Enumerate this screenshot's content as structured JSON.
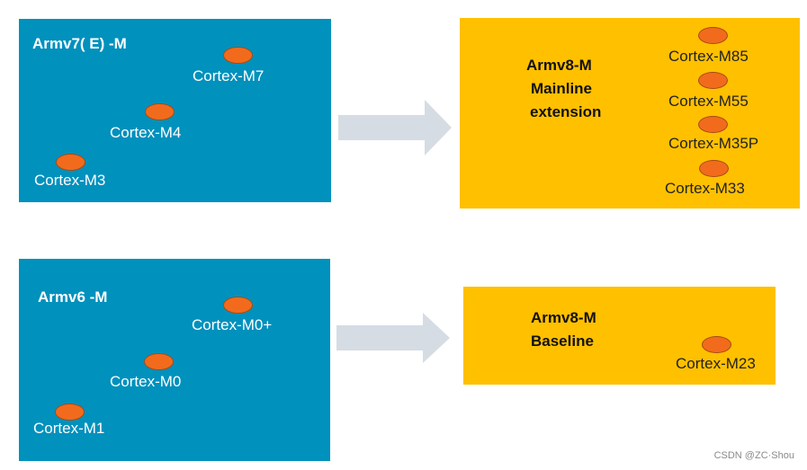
{
  "groups": [
    {
      "title": "Armv7( E) -M",
      "cores": [
        "Cortex-M7",
        "Cortex-M4",
        "Cortex-M3"
      ]
    },
    {
      "title_lines": [
        "Armv8-M",
        "Mainline",
        "extension"
      ],
      "cores": [
        "Cortex-M85",
        "Cortex-M55",
        "Cortex-M35P",
        "Cortex-M33"
      ]
    },
    {
      "title": "Armv6 -M",
      "cores": [
        "Cortex-M0+",
        "Cortex-M0",
        "Cortex-M1"
      ]
    },
    {
      "title_lines": [
        "Armv8-M",
        "Baseline"
      ],
      "cores": [
        "Cortex-M23"
      ]
    }
  ],
  "watermark": "CSDN @ZC·Shou",
  "colors": {
    "armv7_armv6_box": "#0091bd",
    "armv8_box": "#ffc000",
    "core_dot": "#f26b1d",
    "arrow": "#d6dce4"
  }
}
